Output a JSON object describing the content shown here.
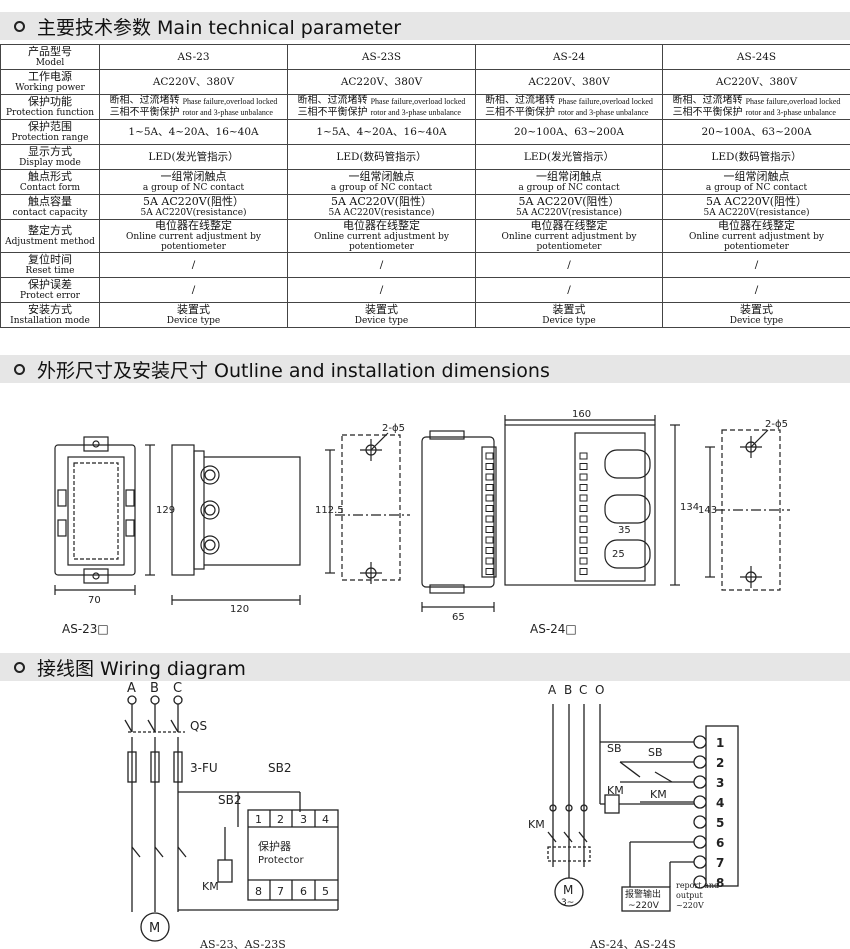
{
  "sections": {
    "tech": "主要技术参数 Main technical parameter",
    "outline": "外形尺寸及安装尺寸 Outline and installation dimensions",
    "wiring": "接线图 Wiring diagram"
  },
  "table": {
    "rows": [
      {
        "zh": "产品型号",
        "en": "Model",
        "type": "text",
        "cells": [
          "AS-23",
          "AS-23S",
          "AS-24",
          "AS-24S"
        ]
      },
      {
        "zh": "工作电源",
        "en": "Working power",
        "type": "text",
        "cells": [
          "AC220V、380V",
          "AC220V、380V",
          "AC220V、380V",
          "AC220V、380V"
        ]
      },
      {
        "zh": "保护功能",
        "en": "Protection function",
        "type": "prot",
        "cells": [
          {
            "zh1": "断相、过流堵转",
            "zh2": "三相不平衡保护",
            "en1": "Phase failure,overload locked",
            "en2": "rotor and 3-phase unbalance"
          },
          {
            "zh1": "断相、过流堵转",
            "zh2": "三相不平衡保护",
            "en1": "Phase failure,overload locked",
            "en2": "rotor and 3-phase unbalance"
          },
          {
            "zh1": "断相、过流堵转",
            "zh2": "三相不平衡保护",
            "en1": "Phase failure,overload locked",
            "en2": "rotor and 3-phase unbalance"
          },
          {
            "zh1": "断相、过流堵转",
            "zh2": "三相不平衡保护",
            "en1": "Phase failure,overload locked",
            "en2": "rotor and 3-phase unbalance"
          }
        ]
      },
      {
        "zh": "保护范围",
        "en": "Protection range",
        "type": "text",
        "cells": [
          "1~5A、4~20A、16~40A",
          "1~5A、4~20A、16~40A",
          "20~100A、63~200A",
          "20~100A、63~200A"
        ]
      },
      {
        "zh": "显示方式",
        "en": "Display mode",
        "type": "text",
        "cells": [
          "LED(发光管指示）",
          "LED(数码管指示）",
          "LED(发光管指示）",
          "LED(数码管指示）"
        ]
      },
      {
        "zh": "触点形式",
        "en": "Contact form",
        "type": "two",
        "cells": [
          [
            "一组常闭触点",
            "a group of NC contact"
          ],
          [
            "一组常闭触点",
            "a group of NC contact"
          ],
          [
            "一组常闭触点",
            "a group of NC contact"
          ],
          [
            "一组常闭触点",
            "a group of NC contact"
          ]
        ]
      },
      {
        "zh": "触点容量",
        "en": "contact capacity",
        "type": "two",
        "cells": [
          [
            "5A AC220V(阻性）",
            "5A AC220V(resistance)"
          ],
          [
            "5A AC220V(阻性）",
            "5A AC220V(resistance)"
          ],
          [
            "5A AC220V(阻性）",
            "5A AC220V(resistance)"
          ],
          [
            "5A AC220V(阻性）",
            "5A AC220V(resistance)"
          ]
        ]
      },
      {
        "zh": "整定方式",
        "en": "Adjustment method",
        "type": "two",
        "cells": [
          [
            "电位器在线整定",
            "Online current adjustment by potentiometer"
          ],
          [
            "电位器在线整定",
            "Online current adjustment by potentiometer"
          ],
          [
            "电位器在线整定",
            "Online current adjustment by potentiometer"
          ],
          [
            "电位器在线整定",
            "Online current adjustment by potentiometer"
          ]
        ]
      },
      {
        "zh": "复位时间",
        "en": "Reset time",
        "type": "text",
        "cells": [
          "/",
          "/",
          "/",
          "/"
        ]
      },
      {
        "zh": "保护误差",
        "en": "Protect error",
        "type": "text",
        "cells": [
          "/",
          "/",
          "/",
          "/"
        ]
      },
      {
        "zh": "安装方式",
        "en": "Installation mode",
        "type": "two",
        "cells": [
          [
            "装置式",
            "Device type"
          ],
          [
            "装置式",
            "Device type"
          ],
          [
            "装置式",
            "Device type"
          ],
          [
            "装置式",
            "Device type"
          ]
        ]
      }
    ]
  },
  "outline": {
    "as23_label": "AS-23□",
    "as24_label": "AS-24□",
    "dims": {
      "d70": "70",
      "d129": "129",
      "d120": "120",
      "d1125": "112.5",
      "dphi": "2-ϕ5",
      "d65": "65",
      "d160": "160",
      "d134": "134",
      "d35": "35",
      "d25": "25",
      "d143": "143",
      "dphi2": "2-ϕ5"
    }
  },
  "wiring": {
    "left": {
      "phases": [
        "A",
        "B",
        "C"
      ],
      "qs": "QS",
      "fu": "3-FU",
      "sb2": "SB2",
      "sb2b": "SB2",
      "protector_zh": "保护器",
      "protector_en": "Protector",
      "km": "KM",
      "motor": "M",
      "top_terms": [
        "1",
        "2",
        "3",
        "4"
      ],
      "bottom_terms": [
        "8",
        "7",
        "6",
        "5"
      ],
      "caption": "AS-23、AS-23S"
    },
    "right": {
      "phases": [
        "A",
        "B",
        "C",
        "O"
      ],
      "sb1": "SB",
      "sb2": "SB",
      "km1": "KM",
      "km2": "KM",
      "km3": "KM",
      "terminals": [
        "1",
        "2",
        "3",
        "4",
        "5",
        "6",
        "7",
        "8"
      ],
      "report_zh": "报警输出",
      "report_v": "~220V",
      "report_en1": "report and",
      "report_en2": "output",
      "report_en3": "~220V",
      "motor": "M",
      "motor_sub": "3~",
      "caption": "AS-24、AS-24S"
    }
  }
}
